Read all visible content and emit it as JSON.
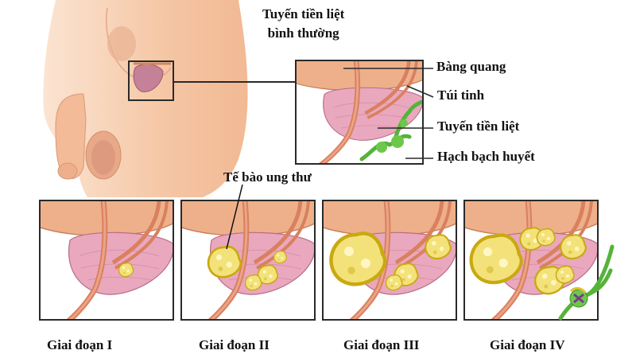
{
  "title": {
    "line1": "Tuyến tiền liệt",
    "line2": "bình thường"
  },
  "anatomy_labels": [
    {
      "id": "bladder",
      "text": "Bàng quang"
    },
    {
      "id": "seminal-vesicle",
      "text": "Túi tinh"
    },
    {
      "id": "prostate",
      "text": "Tuyến tiền liệt"
    },
    {
      "id": "lymph-node",
      "text": "Hạch bạch huyết"
    }
  ],
  "cancer_cell_label": "Tế bào ung thư",
  "stages": [
    {
      "label": "Giai đoạn I"
    },
    {
      "label": "Giai đoạn II"
    },
    {
      "label": "Giai đoạn III"
    },
    {
      "label": "Giai đoạn IV"
    }
  ],
  "colors": {
    "skin": "#f6c9a8",
    "bladder": "#e9a37a",
    "prostate": "#e7a3b8",
    "urethra": "#d9805f",
    "tumor": "#f3e27a",
    "tumor_outline": "#c9a912",
    "lymph": "#6dc84a",
    "frame": "#2a2a2a"
  }
}
